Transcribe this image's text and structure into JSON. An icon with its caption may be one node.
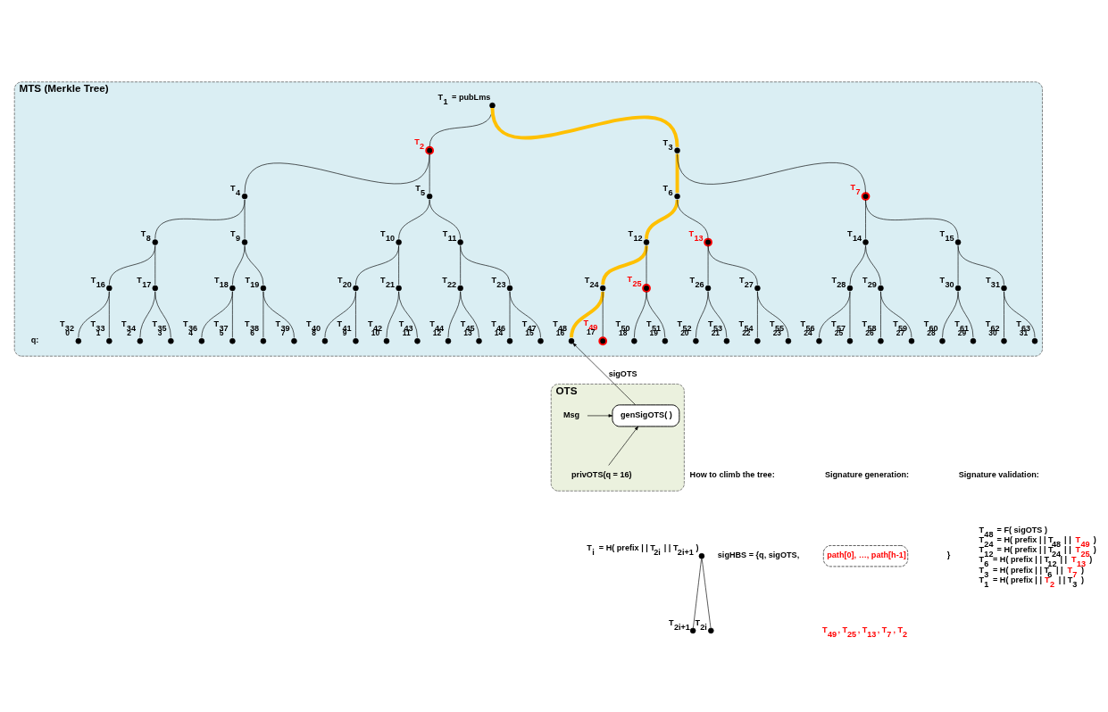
{
  "diagram": {
    "nodes": [
      {
        "text": [
          "MTS (Merkle Tree)"
        ]
      },
      {
        "text": [],
        "shape": "circle",
        "in": 0,
        "beside": [
          "T$_{1}$ = pubLms"
        ]
      },
      {
        "text": [],
        "shape": "circle",
        "in": 0,
        "beside": [
          "T$_{2}$"
        ]
      },
      {
        "text": [],
        "shape": "circle",
        "in": 0,
        "beside": [
          "T$_{3}$"
        ]
      },
      {
        "text": [],
        "shape": "circle",
        "in": 0,
        "beside": [
          "T$_{4}$"
        ]
      },
      {
        "text": [],
        "shape": "circle",
        "in": 0,
        "beside": [
          "T$_{5}$"
        ]
      },
      {
        "text": [],
        "shape": "circle",
        "in": 0,
        "beside": [
          "T$_{6}$"
        ]
      },
      {
        "text": [],
        "shape": "circle",
        "in": 0,
        "beside": [
          "T$_{7}$"
        ]
      },
      {
        "text": [],
        "shape": "circle",
        "in": 0,
        "beside": [
          "T$_{8}$"
        ]
      },
      {
        "text": [],
        "shape": "circle",
        "in": 0,
        "beside": [
          "T$_{9}$"
        ]
      },
      {
        "text": [],
        "shape": "circle",
        "in": 0,
        "beside": [
          "T$_{10}$"
        ]
      },
      {
        "text": [],
        "shape": "circle",
        "in": 0,
        "beside": [
          "T$_{11}$"
        ]
      },
      {
        "text": [],
        "shape": "circle",
        "in": 0,
        "beside": [
          "T$_{12}$"
        ]
      },
      {
        "text": [],
        "shape": "circle",
        "in": 0,
        "beside": [
          "T$_{13}$"
        ]
      },
      {
        "text": [],
        "shape": "circle",
        "in": 0,
        "beside": [
          "T$_{14}$"
        ]
      },
      {
        "text": [],
        "shape": "circle",
        "in": 0,
        "beside": [
          "T$_{15}$"
        ]
      },
      {
        "text": [],
        "shape": "circle",
        "in": 0,
        "beside": [
          "T$_{16}$"
        ]
      },
      {
        "text": [],
        "shape": "circle",
        "in": 0,
        "beside": [
          "T$_{17}$"
        ]
      },
      {
        "text": [],
        "shape": "circle",
        "in": 0,
        "beside": [
          "T$_{18}$"
        ]
      },
      {
        "text": [],
        "shape": "circle",
        "in": 0,
        "beside": [
          "T$_{19}$"
        ]
      },
      {
        "text": [],
        "shape": "circle",
        "in": 0,
        "beside": [
          "T$_{20}$"
        ]
      },
      {
        "text": [],
        "shape": "circle",
        "in": 0,
        "beside": [
          "T$_{21}$"
        ]
      },
      {
        "text": [],
        "shape": "circle",
        "in": 0,
        "beside": [
          "T$_{22}$"
        ]
      },
      {
        "text": [],
        "shape": "circle",
        "in": 0,
        "beside": [
          "T$_{23}$"
        ]
      },
      {
        "text": [],
        "shape": "circle",
        "in": 0,
        "beside": [
          "T$_{24}$"
        ]
      },
      {
        "text": [],
        "shape": "circle",
        "in": 0,
        "beside": [
          "T$_{25}$"
        ]
      },
      {
        "text": [],
        "shape": "circle",
        "in": 0,
        "beside": [
          "T$_{26}$"
        ]
      },
      {
        "text": [],
        "shape": "circle",
        "in": 0,
        "beside": [
          "T$_{27}$"
        ]
      },
      {
        "text": [],
        "shape": "circle",
        "in": 0,
        "beside": [
          "T$_{28}$"
        ]
      },
      {
        "text": [],
        "shape": "circle",
        "in": 0,
        "beside": [
          "T$_{29}$"
        ]
      },
      {
        "text": [],
        "shape": "circle",
        "in": 0,
        "beside": [
          "T$_{30}$"
        ]
      },
      {
        "text": [],
        "shape": "circle",
        "in": 0,
        "beside": [
          "T$_{31}$"
        ]
      },
      {
        "text": [],
        "shape": "circle",
        "in": 0,
        "beside": [
          "T$_{32}$",
          "0"
        ]
      },
      {
        "text": [],
        "shape": "circle",
        "in": 0,
        "beside": [
          "T$_{33}$",
          "1"
        ]
      },
      {
        "text": [],
        "shape": "circle",
        "in": 0,
        "beside": [
          "T$_{34}$",
          "2"
        ]
      },
      {
        "text": [],
        "shape": "circle",
        "in": 0,
        "beside": [
          "T$_{35}$",
          "3"
        ]
      },
      {
        "text": [],
        "shape": "circle",
        "in": 0,
        "beside": [
          "T$_{36}$",
          "4"
        ]
      },
      {
        "text": [],
        "shape": "circle",
        "in": 0,
        "beside": [
          "T$_{37}$",
          "5"
        ]
      },
      {
        "text": [],
        "shape": "circle",
        "in": 0,
        "beside": [
          "T$_{38}$",
          "6"
        ]
      },
      {
        "text": [],
        "shape": "circle",
        "in": 0,
        "beside": [
          "T$_{39}$",
          "7"
        ]
      },
      {
        "text": [],
        "shape": "circle",
        "in": 0,
        "beside": [
          "T$_{40}$",
          "8"
        ]
      },
      {
        "text": [],
        "shape": "circle",
        "in": 0,
        "beside": [
          "T$_{41}$",
          "9"
        ]
      },
      {
        "text": [],
        "shape": "circle",
        "in": 0,
        "beside": [
          "T$_{42}$",
          "10"
        ]
      },
      {
        "text": [],
        "shape": "circle",
        "in": 0,
        "beside": [
          "T$_{43}$",
          "11"
        ]
      },
      {
        "text": [],
        "shape": "circle",
        "in": 0,
        "beside": [
          "T$_{44}$",
          "12"
        ]
      },
      {
        "text": [],
        "shape": "circle",
        "in": 0,
        "beside": [
          "T$_{45}$",
          "13"
        ]
      },
      {
        "text": [],
        "shape": "circle",
        "in": 0,
        "beside": [
          "T$_{46}$",
          "14"
        ]
      },
      {
        "text": [],
        "shape": "circle",
        "in": 0,
        "beside": [
          "T$_{47}$",
          "15"
        ]
      },
      {
        "text": [],
        "shape": "circle",
        "in": 0,
        "beside": [
          "T$_{48}$",
          "16"
        ]
      },
      {
        "text": [],
        "shape": "circle",
        "in": 0,
        "beside": [
          "T$_{49}$",
          "17"
        ]
      },
      {
        "text": [],
        "shape": "circle",
        "in": 0,
        "beside": [
          "T$_{50}$",
          "18"
        ]
      },
      {
        "text": [],
        "shape": "circle",
        "in": 0,
        "beside": [
          "T$_{51}$",
          "19"
        ]
      },
      {
        "text": [],
        "shape": "circle",
        "in": 0,
        "beside": [
          "T$_{52}$",
          "20"
        ]
      },
      {
        "text": [],
        "shape": "circle",
        "in": 0,
        "beside": [
          "T$_{53}$",
          "21"
        ]
      },
      {
        "text": [],
        "shape": "circle",
        "in": 0,
        "beside": [
          "T$_{54}$",
          "22"
        ]
      },
      {
        "text": [],
        "shape": "circle",
        "in": 0,
        "beside": [
          "T$_{55}$",
          "23"
        ]
      },
      {
        "text": [],
        "shape": "circle",
        "in": 0,
        "beside": [
          "T$_{56}$",
          "24"
        ]
      },
      {
        "text": [],
        "shape": "circle",
        "in": 0,
        "beside": [
          "T$_{57}$",
          "25"
        ]
      },
      {
        "text": [],
        "shape": "circle",
        "in": 0,
        "beside": [
          "T$_{58}$",
          "26"
        ]
      },
      {
        "text": [],
        "shape": "circle",
        "in": 0,
        "beside": [
          "T$_{59}$",
          "27"
        ]
      },
      {
        "text": [],
        "shape": "circle",
        "in": 0,
        "beside": [
          "T$_{60}$",
          "28"
        ]
      },
      {
        "text": [],
        "shape": "circle",
        "in": 0,
        "beside": [
          "T$_{61}$",
          "29"
        ]
      },
      {
        "text": [],
        "shape": "circle",
        "in": 0,
        "beside": [
          "T$_{62}$",
          "30"
        ]
      },
      {
        "text": [],
        "shape": "circle",
        "in": 0,
        "beside": [
          "T$_{63}$",
          "31"
        ]
      },
      {
        "text": [
          "OTS"
        ]
      },
      {
        "text": [
          "Msg"
        ],
        "in": 64
      },
      {
        "text": [
          "privOTS(q = 16)"
        ],
        "in": 64
      },
      {
        "text": [
          "genSigOTS( )"
        ],
        "in": 64
      },
      {
        "text": [],
        "shape": "circle",
        "beside": [
          "T$_{i}$ = H( prefix | | T$_{2i}$ | | T$_{2i+1}$ )"
        ]
      },
      {
        "text": [],
        "shape": "circle",
        "beside": [
          "T$_{2i}$"
        ]
      },
      {
        "text": [],
        "shape": "circle",
        "beside": [
          "T$_{2i+1}$"
        ]
      },
      {
        "text": [
          "path[0], …, path[h-1]"
        ]
      }
    ],
    "edges": [
      {
        "from": 1,
        "to": 2,
        "arrow": "none"
      },
      {
        "from": 1,
        "to": 3,
        "arrow": "none",
        "style": "thick",
        "color": "#ffc000"
      },
      {
        "from": 2,
        "to": 4,
        "arrow": "none"
      },
      {
        "from": 2,
        "to": 5,
        "arrow": "none"
      },
      {
        "from": 3,
        "to": 6,
        "arrow": "none",
        "style": "thick",
        "color": "#ffc000"
      },
      {
        "from": 3,
        "to": 7,
        "arrow": "none"
      },
      {
        "from": 4,
        "to": 8,
        "arrow": "none"
      },
      {
        "from": 4,
        "to": 9,
        "arrow": "none"
      },
      {
        "from": 5,
        "to": 10,
        "arrow": "none"
      },
      {
        "from": 5,
        "to": 11,
        "arrow": "none"
      },
      {
        "from": 6,
        "to": 12,
        "arrow": "none",
        "style": "thick",
        "color": "#ffc000"
      },
      {
        "from": 6,
        "to": 13,
        "arrow": "none"
      },
      {
        "from": 7,
        "to": 14,
        "arrow": "none"
      },
      {
        "from": 7,
        "to": 15,
        "arrow": "none"
      },
      {
        "from": 8,
        "to": 16,
        "arrow": "none"
      },
      {
        "from": 8,
        "to": 17,
        "arrow": "none"
      },
      {
        "from": 9,
        "to": 18,
        "arrow": "none"
      },
      {
        "from": 9,
        "to": 19,
        "arrow": "none"
      },
      {
        "from": 10,
        "to": 20,
        "arrow": "none"
      },
      {
        "from": 10,
        "to": 21,
        "arrow": "none"
      },
      {
        "from": 11,
        "to": 22,
        "arrow": "none"
      },
      {
        "from": 11,
        "to": 23,
        "arrow": "none"
      },
      {
        "from": 12,
        "to": 24,
        "arrow": "none",
        "style": "thick",
        "color": "#ffc000"
      },
      {
        "from": 12,
        "to": 25,
        "arrow": "none"
      },
      {
        "from": 13,
        "to": 26,
        "arrow": "none"
      },
      {
        "from": 13,
        "to": 27,
        "arrow": "none"
      },
      {
        "from": 14,
        "to": 28,
        "arrow": "none"
      },
      {
        "from": 14,
        "to": 29,
        "arrow": "none"
      },
      {
        "from": 15,
        "to": 30,
        "arrow": "none"
      },
      {
        "from": 15,
        "to": 31,
        "arrow": "none"
      },
      {
        "from": 16,
        "to": 32,
        "arrow": "none"
      },
      {
        "from": 16,
        "to": 33,
        "arrow": "none"
      },
      {
        "from": 17,
        "to": 34,
        "arrow": "none"
      },
      {
        "from": 17,
        "to": 35,
        "arrow": "none"
      },
      {
        "from": 18,
        "to": 36,
        "arrow": "none"
      },
      {
        "from": 18,
        "to": 37,
        "arrow": "none"
      },
      {
        "from": 19,
        "to": 38,
        "arrow": "none"
      },
      {
        "from": 19,
        "to": 39,
        "arrow": "none"
      },
      {
        "from": 20,
        "to": 40,
        "arrow": "none"
      },
      {
        "from": 20,
        "to": 41,
        "arrow": "none"
      },
      {
        "from": 21,
        "to": 42,
        "arrow": "none"
      },
      {
        "from": 21,
        "to": 43,
        "arrow": "none"
      },
      {
        "from": 22,
        "to": 44,
        "arrow": "none"
      },
      {
        "from": 22,
        "to": 45,
        "arrow": "none"
      },
      {
        "from": 23,
        "to": 46,
        "arrow": "none"
      },
      {
        "from": 23,
        "to": 47,
        "arrow": "none"
      },
      {
        "from": 24,
        "to": 48,
        "arrow": "none",
        "style": "thick",
        "color": "#ffc000"
      },
      {
        "from": 24,
        "to": 49,
        "arrow": "none"
      },
      {
        "from": 25,
        "to": 50,
        "arrow": "none"
      },
      {
        "from": 25,
        "to": 51,
        "arrow": "none"
      },
      {
        "from": 26,
        "to": 52,
        "arrow": "none"
      },
      {
        "from": 26,
        "to": 53,
        "arrow": "none"
      },
      {
        "from": 27,
        "to": 54,
        "arrow": "none"
      },
      {
        "from": 27,
        "to": 55,
        "arrow": "none"
      },
      {
        "from": 28,
        "to": 56,
        "arrow": "none"
      },
      {
        "from": 28,
        "to": 57,
        "arrow": "none"
      },
      {
        "from": 29,
        "to": 58,
        "arrow": "none"
      },
      {
        "from": 29,
        "to": 59,
        "arrow": "none"
      },
      {
        "from": 30,
        "to": 60,
        "arrow": "none"
      },
      {
        "from": 30,
        "to": 61,
        "arrow": "none"
      },
      {
        "from": 31,
        "to": 62,
        "arrow": "none"
      },
      {
        "from": 31,
        "to": 63,
        "arrow": "none"
      },
      {
        "from": 67,
        "to": 48,
        "arrow": "to",
        "label": "sigOTS"
      },
      {
        "from": 65,
        "to": 67,
        "arrow": "to"
      },
      {
        "from": 66,
        "to": 67,
        "arrow": "to"
      },
      {
        "from": 68,
        "to": 69,
        "arrow": "none"
      },
      {
        "from": 68,
        "to": 70,
        "arrow": "none"
      }
    ],
    "labels": [
      "q:",
      "How to climb the tree:",
      "Signature generation:",
      "Signature validation:",
      "sigHBS = {q, sigOTS,",
      "}",
      "T$_{49}$, T$_{25}$, T$_{13}$, T$_{7}$, T$_{2}$",
      "T$_{48}$ = F( sigOTS )",
      "T$_{24}$ = H( prefix | | T$_{48}$ | | T$_{49}$ )",
      "T$_{12}$ = H( prefix | | T$_{24}$ | | T$_{25}$ )",
      "T$_{6}$ = H( prefix | | T$_{12}$ | | T$_{13}$ )",
      "T$_{3}$ = H( prefix | | T$_{6}$ | | T$_{7}$ )",
      "T$_{1}$ = H( prefix | | T$_{2}$ | | T$_{3}$ )"
    ]
  }
}
